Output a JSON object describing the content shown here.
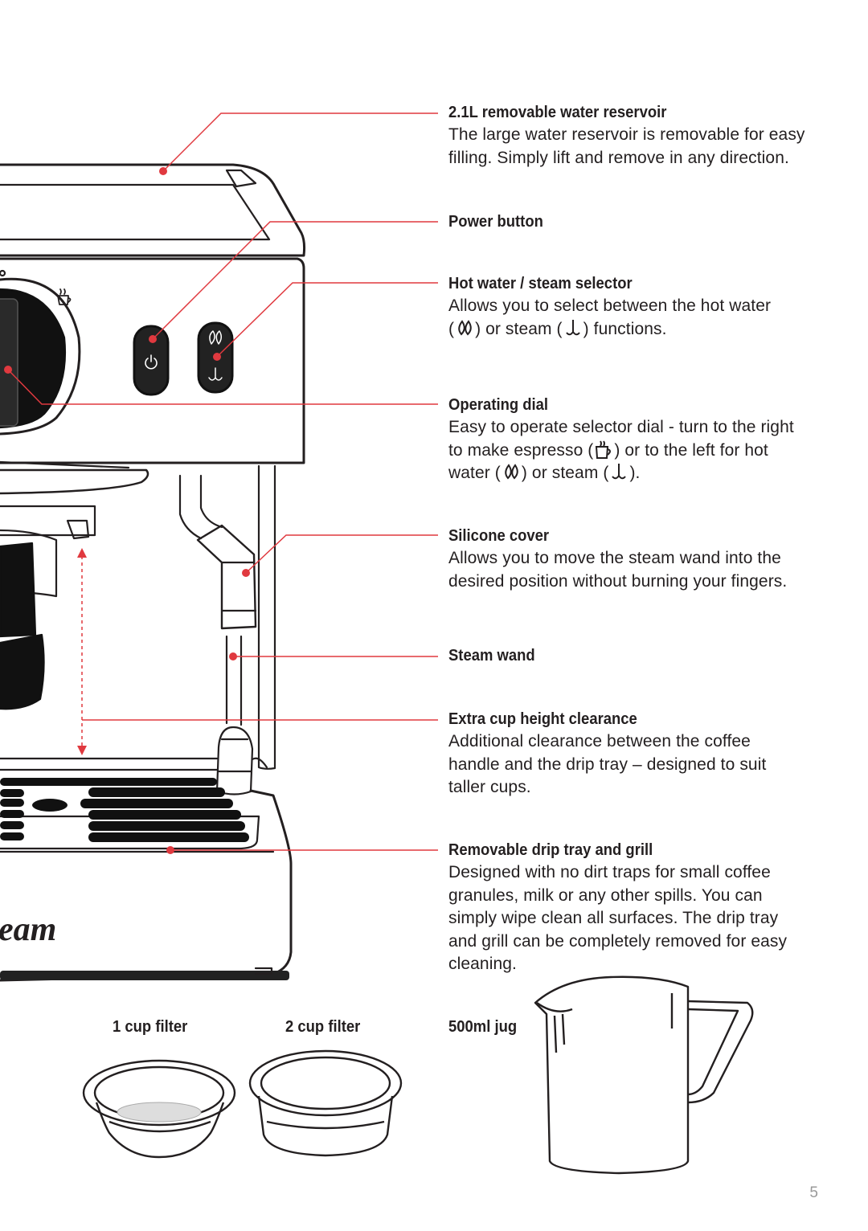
{
  "callouts": [
    {
      "id": "reservoir",
      "title": "2.1L removable water reservoir",
      "lines": [
        "The large water reservoir is removable for easy",
        "filling. Simply lift and remove in any direction."
      ]
    },
    {
      "id": "power",
      "title": "Power button",
      "lines": []
    },
    {
      "id": "selector",
      "title": "Hot water / steam selector",
      "line1": "Allows you to select between the hot water",
      "line2": {
        "open": "(",
        "mid": ") or steam (",
        "end": ") functions."
      }
    },
    {
      "id": "dial",
      "title": "Operating dial",
      "line1": "Easy to operate selector dial - turn to the right",
      "line2": {
        "start": "to make espresso (",
        "end": ") or to the left for hot"
      },
      "line3": {
        "start": "water (",
        "mid": ") or steam (",
        "end": ")."
      }
    },
    {
      "id": "silicone",
      "title": "Silicone cover",
      "lines": [
        "Allows you to move the steam wand into the",
        "desired position without burning your fingers."
      ]
    },
    {
      "id": "wand",
      "title": "Steam wand",
      "lines": []
    },
    {
      "id": "clearance",
      "title": "Extra cup height clearance",
      "lines": [
        "Additional clearance between the coffee",
        "handle and the drip tray – designed to suit",
        "taller cups."
      ]
    },
    {
      "id": "driptray",
      "title": "Removable drip tray and grill",
      "lines": [
        "Designed with no dirt traps for small coffee",
        "granules, milk or any other spills. You can",
        "simply wipe clean all surfaces. The drip tray",
        "and grill can be completely removed for easy",
        "cleaning."
      ]
    }
  ],
  "accessories": {
    "one_cup": "1 cup filter",
    "two_cup": "2 cup filter",
    "jug": "500ml jug"
  },
  "logo_text": "eam",
  "page_number": "5",
  "colors": {
    "callout_line": "#e0393f",
    "ink": "#231f20",
    "page_number": "#999999"
  },
  "icons": [
    "hot-water-icon",
    "steam-icon",
    "espresso-cup-icon",
    "power-icon"
  ]
}
